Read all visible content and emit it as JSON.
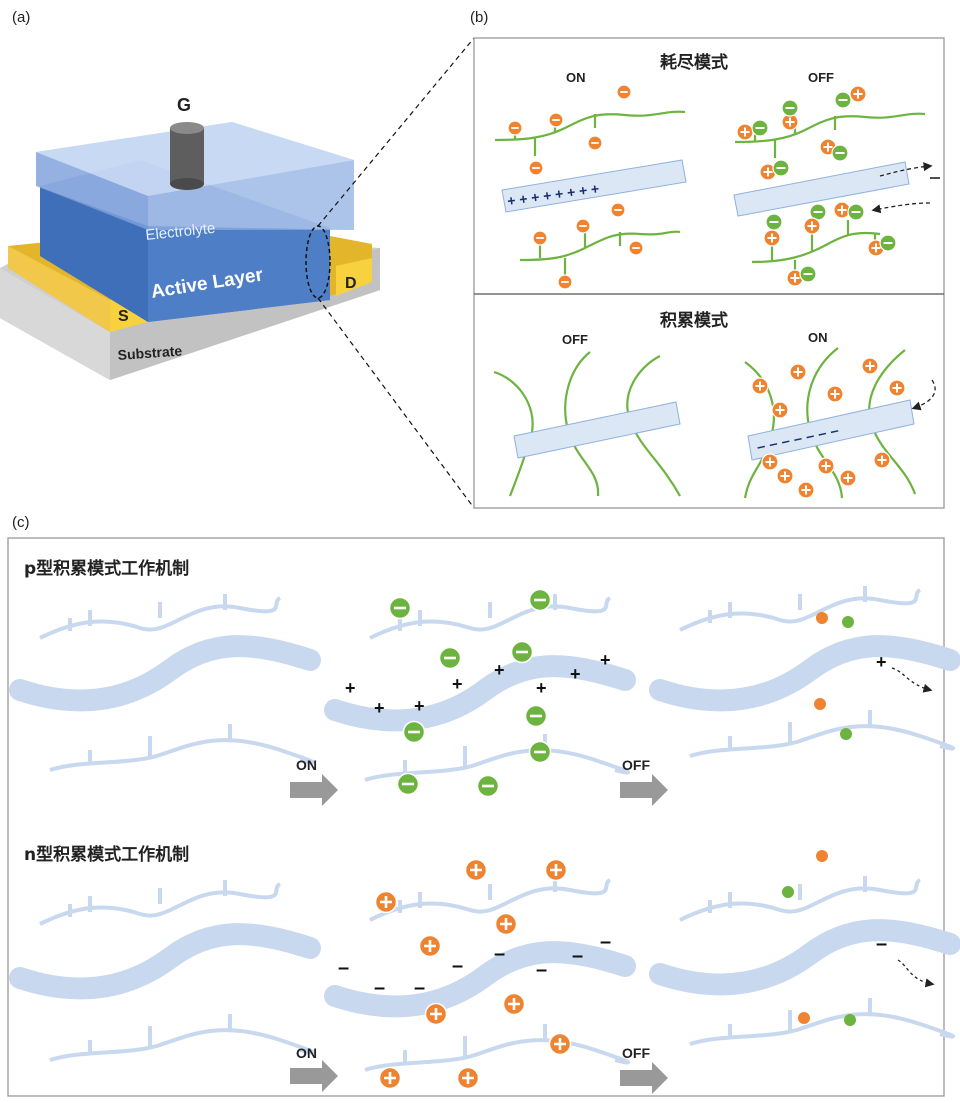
{
  "panel_a": {
    "label": "(a)",
    "gate": "G",
    "electrolyte": "Electrolyte",
    "active_layer": "Active Layer",
    "source": "S",
    "drain": "D",
    "substrate": "Substrate"
  },
  "panel_b": {
    "label": "(b)",
    "depletion": {
      "title": "耗尽模式",
      "on": "ON",
      "off": "OFF"
    },
    "accumulation": {
      "title": "积累模式",
      "off": "OFF",
      "on": "ON"
    }
  },
  "panel_c": {
    "label": "(c)",
    "p_type": {
      "title": "p型积累模式工作机制",
      "on": "ON",
      "off": "OFF"
    },
    "n_type": {
      "title": "n型积累模式工作机制",
      "on": "ON",
      "off": "OFF"
    }
  },
  "colors": {
    "green": "#6db33f",
    "orange": "#ee8331",
    "chain": "#c8d8ee",
    "active": "#4e7fc7",
    "gold": "#e3b52a"
  }
}
